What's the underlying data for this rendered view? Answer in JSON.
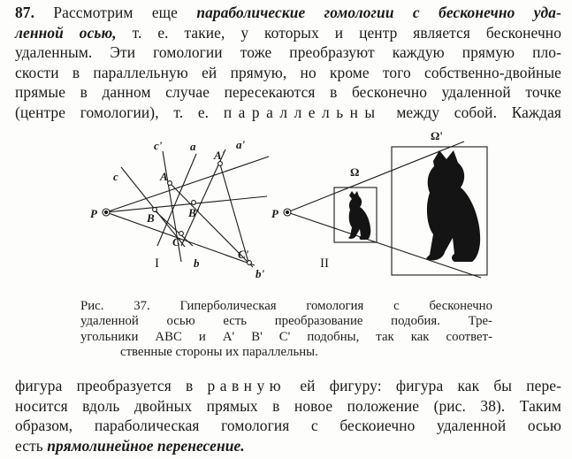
{
  "paragraph_top": {
    "number": "87.",
    "line1_a": "Рассмотрим еще",
    "line1_em": "параболические гомологии с бесконечно уда-",
    "line2_em": "ленной осью,",
    "line2_b": "т. е. такие, у которых и центр является бесконечно",
    "line3": "удаленным. Эти гомологии тоже преобразуют каждую прямую пло-",
    "line4": "скости в параллельную ей прямую, но кроме того собственно-двойные",
    "line5": "прямые в данном случае пересекаются в бесконечно удаленной точке",
    "line6_a": "(центре гомологии), т. е.",
    "line6_spaced": "параллельны",
    "line6_b": "между собой. Каждая"
  },
  "figure": {
    "panel1": {
      "numeral": "I",
      "labels": {
        "p": "P",
        "c_prime": "c'",
        "a": "a",
        "a_prime": "a'",
        "A": "A",
        "A_prime": "A'",
        "c": "c",
        "B": "B",
        "B_prime": "B'",
        "C": "C",
        "C_prime": "C'",
        "b": "b",
        "b_prime": "b'"
      }
    },
    "panel2": {
      "numeral": "II",
      "labels": {
        "p": "P",
        "omega": "Ω",
        "omega_prime": "Ω'"
      }
    }
  },
  "caption": {
    "line1": "Рис. 37. Гиперболическая гомология с бесконечно",
    "line2": "удаленной осью есть преобразование подобия. Тре-",
    "line3": "угольники ABC и A' B' C' подобны, так как соответ-",
    "line4": "ственные стороны их параллельны."
  },
  "paragraph_bottom": {
    "line1_a": "фигура преобразуется в",
    "line1_spaced": "равную",
    "line1_b": "ей фигуру: фигура как бы пере-",
    "line2": "носится вдоль двойных прямых в новое положение (рис. 38). Таким",
    "line3": "образом, параболическая гомология с бескоиечно удаленной осью",
    "line4_a": "есть",
    "line4_em": "прямолинейное перенесение."
  }
}
